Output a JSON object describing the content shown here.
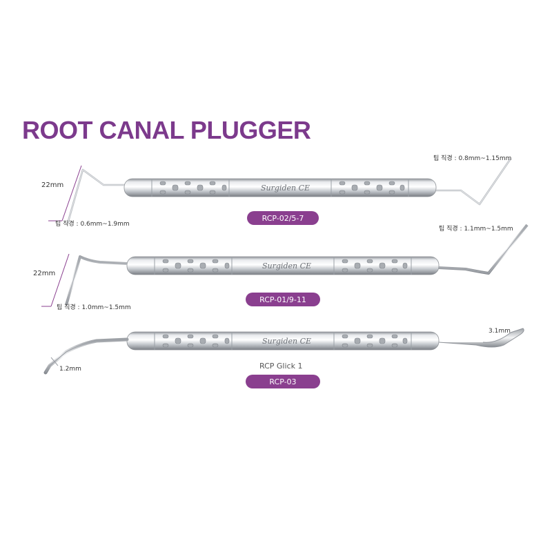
{
  "title": "ROOT CANAL PLUGGER",
  "colors": {
    "accent": "#8a3f8f",
    "title": "#7c3a8c",
    "steel": "#c9ccd0"
  },
  "instruments": [
    {
      "code": "RCP-02/5-7",
      "length_label": "22mm",
      "tip_left": "팁 직경 : 0.6mm~1.9mm",
      "tip_right": "팁 직경 : 0.8mm~1.15mm",
      "brand": "Surgiden CE"
    },
    {
      "code": "RCP-01/9-11",
      "length_label": "22mm",
      "tip_left": "팁 직경 : 1.0mm~1.5mm",
      "tip_right": "팁 직경 : 1.1mm~1.5mm",
      "brand": "Surgiden CE"
    },
    {
      "code": "RCP-03",
      "name": "RCP Glick 1",
      "tip_left": "1.2mm",
      "tip_right": "3.1mm",
      "brand": "Surgiden CE"
    }
  ]
}
